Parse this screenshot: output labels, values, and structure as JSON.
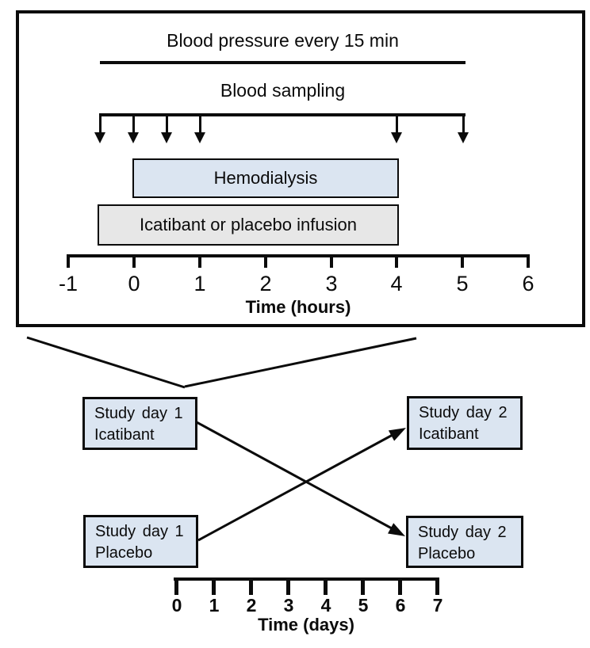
{
  "figure": {
    "type": "crossover-study-design",
    "top_panel": {
      "blood_pressure_label": "Blood pressure every 15 min",
      "blood_sampling_label": "Blood sampling",
      "hemodialysis_label": "Hemodialysis",
      "infusion_label": "Icatibant or placebo infusion",
      "axis": {
        "ticks": [
          "-1",
          "0",
          "1",
          "2",
          "3",
          "4",
          "5",
          "6"
        ],
        "title": "Time (hours)"
      }
    },
    "crossover": {
      "boxes": [
        {
          "line1": "Study day 1",
          "line2": "Icatibant"
        },
        {
          "line1": "Study day 2",
          "line2": "Icatibant"
        },
        {
          "line1": "Study day 1",
          "line2": "Placebo"
        },
        {
          "line1": "Study day 2",
          "line2": "Placebo"
        }
      ],
      "axis": {
        "ticks": [
          "0",
          "1",
          "2",
          "3",
          "4",
          "5",
          "6",
          "7"
        ],
        "title": "Time (days)"
      }
    },
    "colors": {
      "box_blue": "#dbe5f1",
      "box_gray": "#e7e7e7",
      "line_black": "#0b0b0b"
    }
  }
}
